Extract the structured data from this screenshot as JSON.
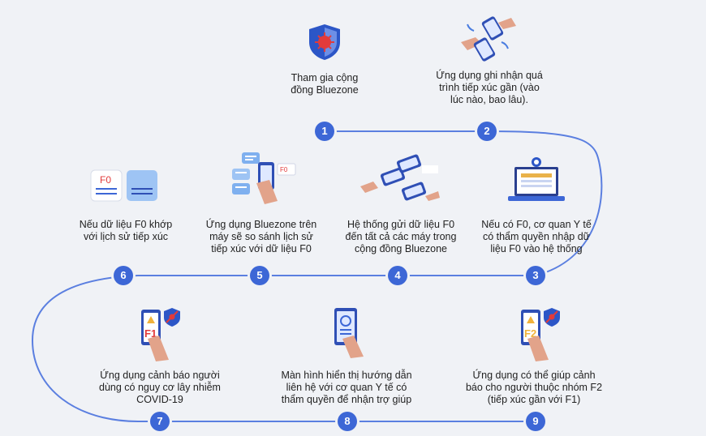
{
  "colors": {
    "accent": "#3d67d6",
    "line": "#5b7fe0",
    "background": "#f0f2f6"
  },
  "steps": [
    {
      "num": "1",
      "caption": "Tham gia cộng\nđồng Bluezone",
      "icon": "bluezone-shield-icon"
    },
    {
      "num": "2",
      "caption": "Ứng dụng ghi nhận quá\ntrình tiếp xúc gần (vào\nlúc nào, bao lâu).",
      "icon": "phones-contact-icon"
    },
    {
      "num": "3",
      "caption": "Nếu có F0, cơ quan Y tế\ncó thẩm quyền nhập dữ\nliệu F0 vào hệ thống",
      "icon": "laptop-health-icon"
    },
    {
      "num": "4",
      "caption": "Hệ thống gửi dữ liệu F0\nđến tất cả các máy trong\ncộng đồng Bluezone",
      "icon": "phones-broadcast-icon"
    },
    {
      "num": "5",
      "caption": "Ứng dụng Bluezone trên\nmáy sẽ so sánh lịch sử\ntiếp xúc với dữ liệu F0",
      "icon": "phone-compare-icon"
    },
    {
      "num": "6",
      "caption": "Nếu dữ liệu F0 khớp\nvới lịch sử tiếp xúc",
      "icon": "f0-match-cards-icon"
    },
    {
      "num": "7",
      "caption": "Ứng dụng cảnh báo người\ndùng có nguy cơ lây nhiễm\nCOVID-19",
      "icon": "phone-f1-warning-icon"
    },
    {
      "num": "8",
      "caption": "Màn hình hiển thị hướng dẫn\nliên hệ với cơ quan Y tế có\nthẩm quyền để nhận trợ giúp",
      "icon": "phone-support-icon"
    },
    {
      "num": "9",
      "caption": "Ứng dụng có thể giúp cảnh\nbáo cho người thuộc nhóm F2\n(tiếp xúc gần với F1)",
      "icon": "phone-f2-warning-icon"
    }
  ],
  "icon_labels": {
    "f0": "F0",
    "f1": "F1",
    "f2": "F2"
  }
}
